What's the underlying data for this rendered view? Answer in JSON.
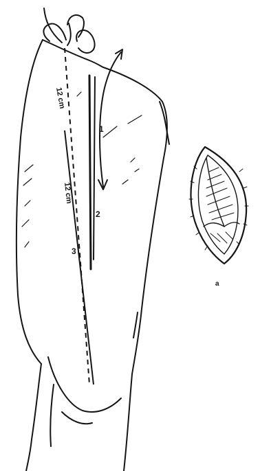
{
  "measurements": {
    "upper_segment": "12 cm",
    "lower_segment": "12 cm"
  },
  "markers": {
    "one": "1",
    "two": "2",
    "three": "3"
  },
  "inset": {
    "caption": "a"
  },
  "colors": {
    "ink": "#151515",
    "paper": "#ffffff"
  }
}
